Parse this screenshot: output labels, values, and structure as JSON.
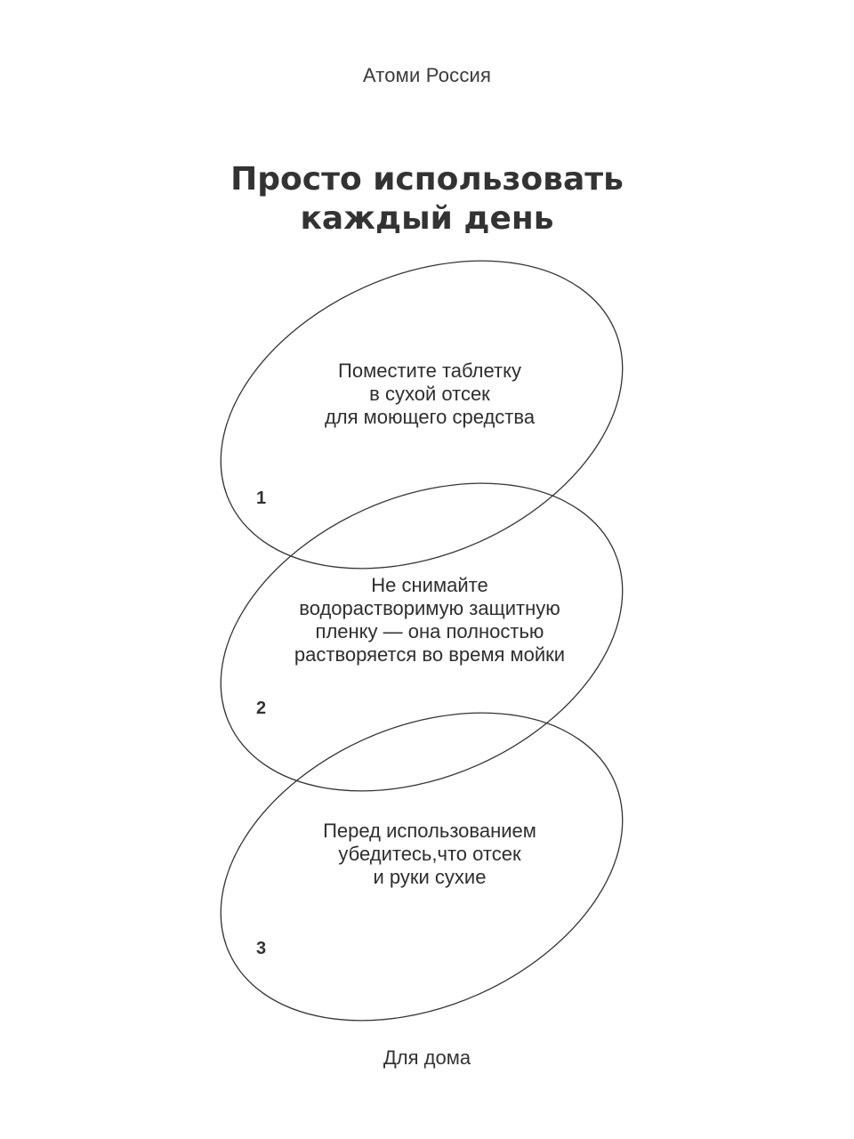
{
  "brand": "Атоми Россия",
  "title": {
    "line1": "Просто использовать",
    "line2": "каждый день"
  },
  "steps": [
    {
      "number": "1",
      "lines": [
        "Поместите таблетку",
        "в сухой отсек",
        "для моющего средства"
      ]
    },
    {
      "number": "2",
      "lines": [
        "Не снимайте",
        "водорастворимую защитную",
        "пленку — она полностью",
        "растворяется во время мойки"
      ]
    },
    {
      "number": "3",
      "lines": [
        "Перед использованием",
        "убедитесь,что отсек",
        "и руки сухие"
      ]
    }
  ],
  "footer": "Для дома",
  "colors": {
    "text": "#2b2b2b",
    "outline": "#333333",
    "background": "#ffffff"
  }
}
